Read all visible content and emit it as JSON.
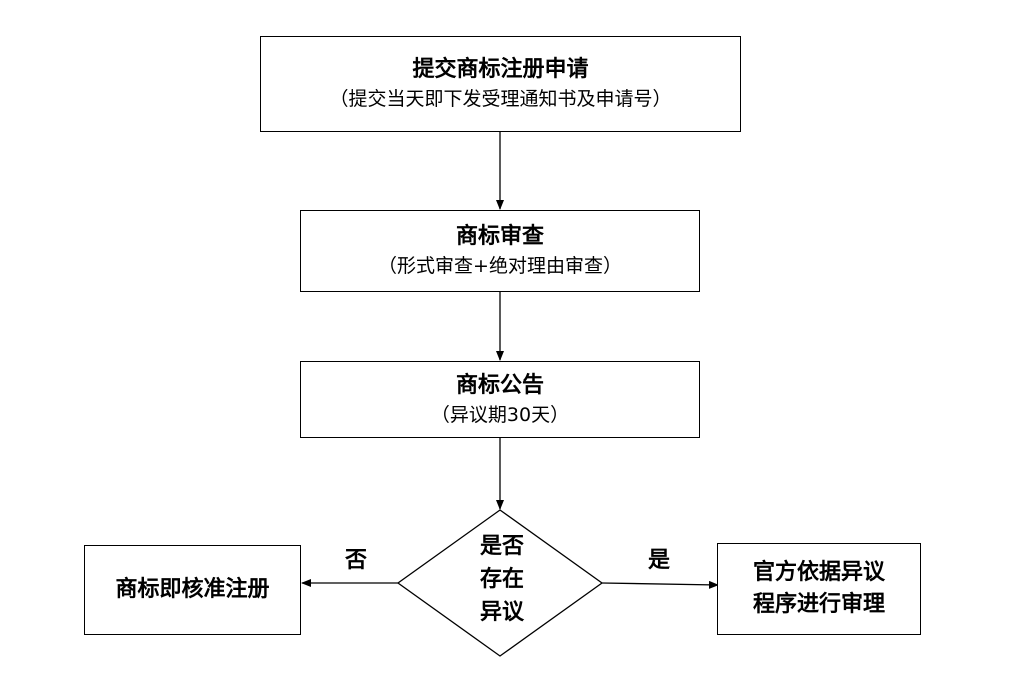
{
  "steps": {
    "submit": {
      "title": "提交商标注册申请",
      "subtitle": "（提交当天即下发受理通知书及申请号）"
    },
    "review": {
      "title": "商标审查",
      "subtitle": "（形式审查+绝对理由审查）"
    },
    "announce": {
      "title": "商标公告",
      "subtitle": "（异议期30天）"
    }
  },
  "decision": {
    "label": "是否\n存在\n异议",
    "yes_label": "是",
    "no_label": "否"
  },
  "outcomes": {
    "approved": "商标即核准注册",
    "objection": "官方依据异议\n程序进行审理"
  }
}
